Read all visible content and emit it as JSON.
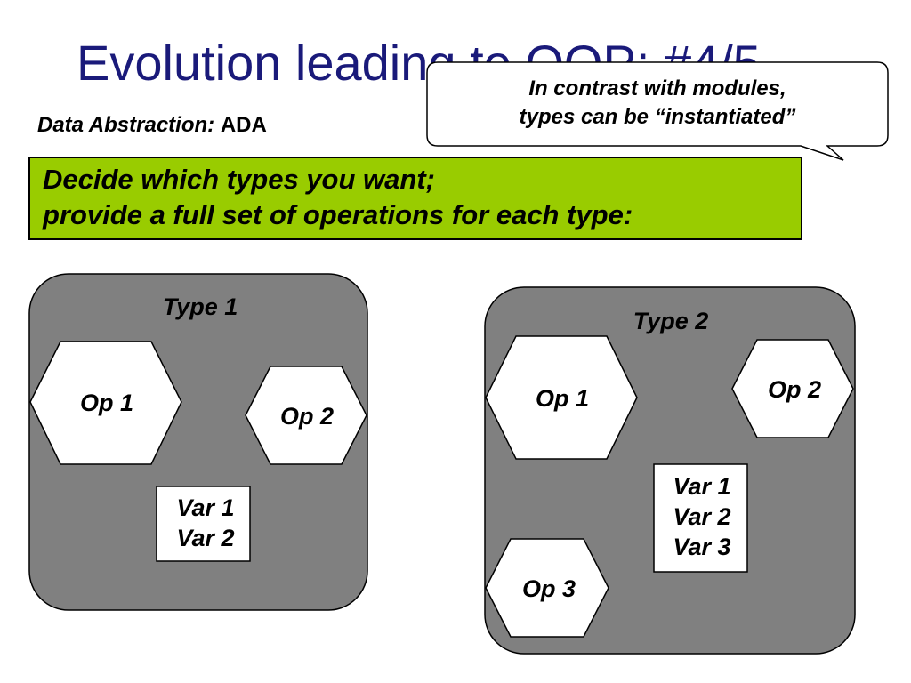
{
  "slide": {
    "title": "Evolution leading to OOP: #4/5",
    "subtitle_lead": "Data Abstraction:",
    "subtitle_lang": "ADA",
    "callout": {
      "line1": "In contrast with modules,",
      "line2": "types can be “instantiated”"
    },
    "instruction": {
      "line1": "Decide which types you want;",
      "line2": "provide a full set of operations for each type:"
    }
  },
  "colors": {
    "title": "#1a1a7a",
    "instruction_bg": "#99cc00",
    "type_box_bg": "#808080",
    "shape_fill": "#ffffff",
    "stroke": "#000000"
  },
  "diagram": {
    "type1": {
      "label": "Type 1",
      "ops": [
        "Op 1",
        "Op 2"
      ],
      "vars": [
        "Var 1",
        "Var 2"
      ]
    },
    "type2": {
      "label": "Type 2",
      "ops": [
        "Op 1",
        "Op 2",
        "Op 3"
      ],
      "vars": [
        "Var 1",
        "Var 2",
        "Var 3"
      ]
    }
  }
}
